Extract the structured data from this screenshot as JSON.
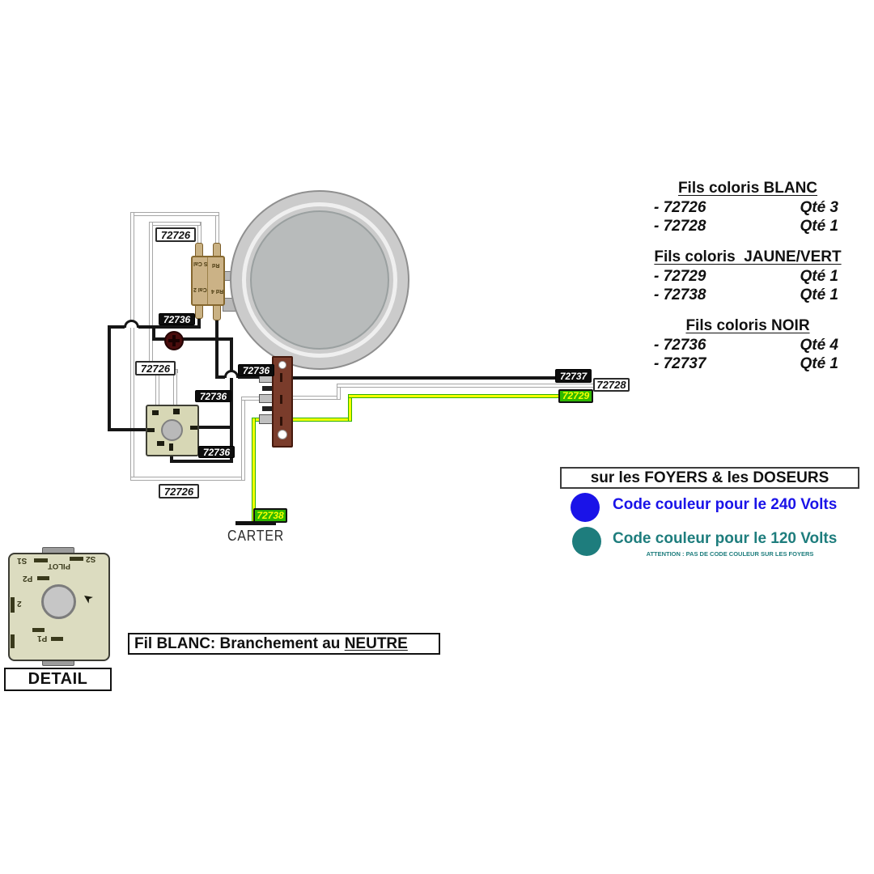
{
  "parts_list": {
    "groups": [
      {
        "title": "Fils coloris BLANC",
        "items": [
          {
            "ref": "- 72726",
            "qty": "Qté 3"
          },
          {
            "ref": "- 72728",
            "qty": "Qté 1"
          }
        ]
      },
      {
        "title": "Fils coloris  JAUNE/VERT",
        "items": [
          {
            "ref": "- 72729",
            "qty": "Qté 1"
          },
          {
            "ref": "- 72738",
            "qty": "Qté 1"
          }
        ]
      },
      {
        "title": "Fils coloris NOIR",
        "items": [
          {
            "ref": "- 72736",
            "qty": "Qté 4"
          },
          {
            "ref": "- 72737",
            "qty": "Qté 1"
          }
        ]
      }
    ]
  },
  "color_legend": {
    "title": "sur les FOYERS & les DOSEURS",
    "entry_240": {
      "label": "Code couleur pour le 240 Volts",
      "color": "#1a13e8"
    },
    "entry_120": {
      "label": "Code couleur pour le 120 Volts",
      "color": "#1e7d7d",
      "note": "ATTENTION : PAS DE CODE COULEUR SUR LES FOYERS"
    }
  },
  "tags": [
    {
      "text": "72726"
    },
    {
      "text": "72736"
    },
    {
      "text": "72726"
    },
    {
      "text": "72736"
    },
    {
      "text": "72736"
    },
    {
      "text": "72736"
    },
    {
      "text": "72726"
    },
    {
      "text": "72737"
    },
    {
      "text": "72728"
    },
    {
      "text": "72729"
    },
    {
      "text": "72738"
    }
  ],
  "ground": {
    "label": "CARTER"
  },
  "note": {
    "prefix": "Fil BLANC: Branchement au ",
    "underlined": "NEUTRE"
  },
  "detail": {
    "caption": "DETAIL",
    "labels": {
      "s1": "S1",
      "s2": "S2",
      "pilot": "PILOT",
      "p2": "P2",
      "two": "2",
      "p1": "P1"
    }
  },
  "connector": {
    "labels": {
      "tl": "S Cal",
      "tr": "Rd",
      "bl": "Cal 2",
      "br": "Rd 4"
    }
  }
}
